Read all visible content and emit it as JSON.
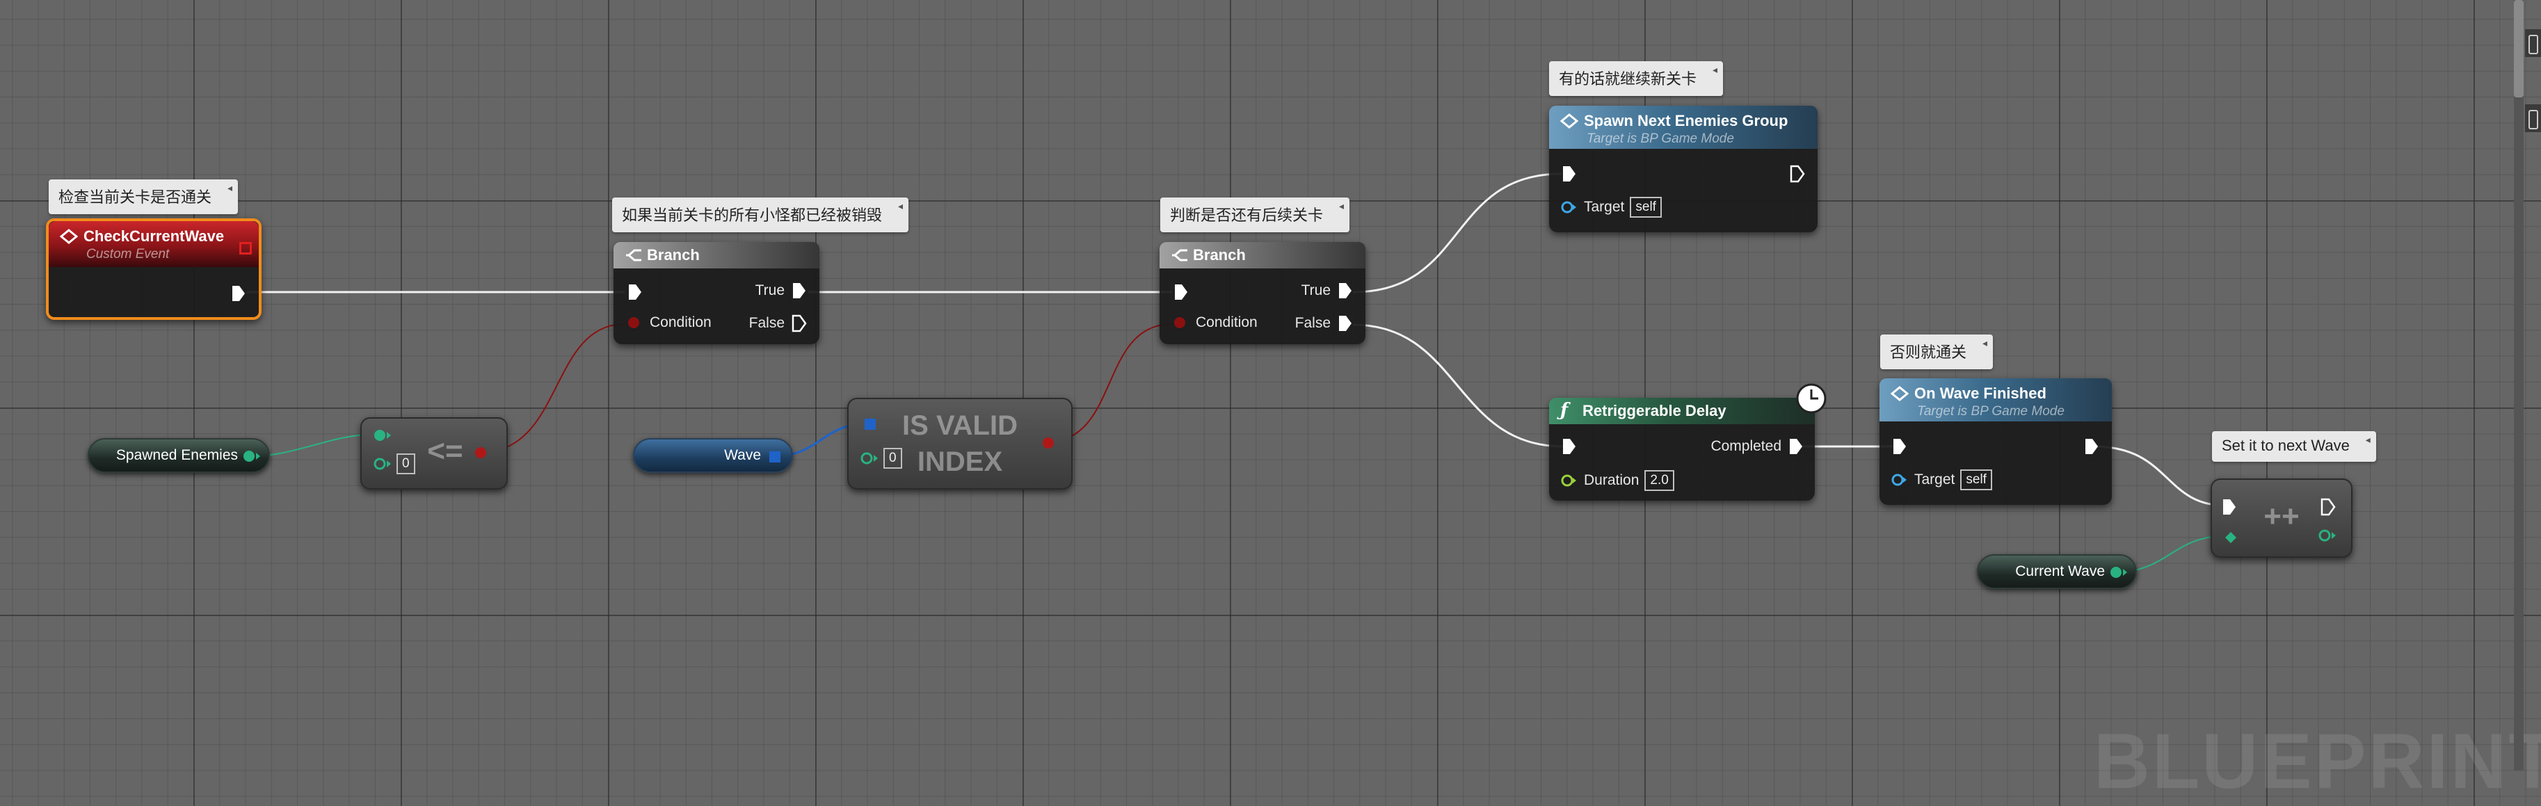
{
  "comments": {
    "check_wave": "检查当前关卡是否通关",
    "branch1": "如果当前关卡的所有小怪都已经被销毁",
    "branch2": "判断是否还有后续关卡",
    "spawn": "有的话就继续新关卡",
    "finish": "否则就通关",
    "set_next": "Set it to next Wave"
  },
  "nodes": {
    "check_current_wave": {
      "title": "CheckCurrentWave",
      "subtitle": "Custom Event"
    },
    "branch1": {
      "title": "Branch",
      "true_label": "True",
      "false_label": "False",
      "condition_label": "Condition"
    },
    "branch2": {
      "title": "Branch",
      "true_label": "True",
      "false_label": "False",
      "condition_label": "Condition"
    },
    "spawn_next": {
      "title": "Spawn Next Enemies Group",
      "subtitle": "Target is BP Game Mode",
      "target_label": "Target",
      "target_value": "self"
    },
    "delay": {
      "title": "Retriggerable Delay",
      "completed_label": "Completed",
      "duration_label": "Duration",
      "duration_value": "2.0"
    },
    "wave_finished": {
      "title": "On Wave Finished",
      "subtitle": "Target is BP Game Mode",
      "target_label": "Target",
      "target_value": "self"
    },
    "compare": {
      "op": "<=",
      "literal": "0"
    },
    "is_valid_index": {
      "line1": "IS VALID",
      "line2": "INDEX",
      "literal": "0"
    },
    "increment": {
      "op": "++"
    }
  },
  "variables": {
    "spawned_enemies": "Spawned Enemies",
    "wave": "Wave",
    "current_wave": "Current Wave"
  },
  "watermark": "BLUEPRINT",
  "colors": {
    "exec_wire": "#f2f2f2",
    "bool_wire": "#8c1010",
    "int_wire": "#29b382",
    "array_wire": "#1f63c9",
    "selection": "#f08c1b"
  }
}
